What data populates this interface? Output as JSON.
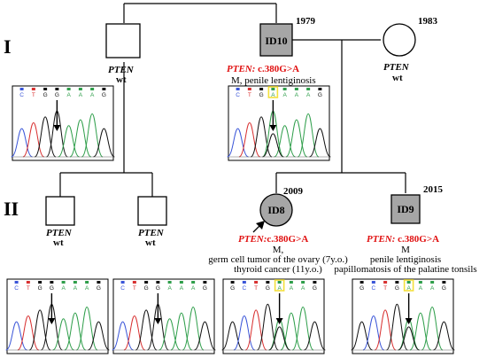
{
  "generations": {
    "gen1": "I",
    "gen2": "II"
  },
  "colors": {
    "mutation_text": "#e01010",
    "affected_fill": "#a6a6a6",
    "trace_a": "#2e9e4a",
    "trace_c": "#3a55d8",
    "trace_g": "#111111",
    "trace_t": "#d83030",
    "highlight": "#f3e03c"
  },
  "individuals": {
    "father": {
      "gene": "PTEN",
      "status": "wt"
    },
    "id10": {
      "id": "ID10",
      "year": "1979",
      "variant_gene": "PTEN:",
      "variant": " c.380G>A",
      "pheno": [
        "M, penile lentiginosis"
      ]
    },
    "mother": {
      "year": "1983",
      "gene": "PTEN",
      "status": "wt"
    },
    "sib1": {
      "gene": "PTEN",
      "status": "wt"
    },
    "sib2": {
      "gene": "PTEN",
      "status": "wt"
    },
    "id8": {
      "id": "ID8",
      "year": "2009",
      "variant_gene": "PTEN:",
      "variant": "c.380G>A",
      "pheno": [
        "M,",
        "germ cell tumor of the ovary (7y.o.)",
        "thyroid cancer (11y.o.)"
      ]
    },
    "id9": {
      "id": "ID9",
      "year": "2015",
      "variant_gene": "PTEN:",
      "variant": " c.380G>A",
      "pheno": [
        "M",
        "penile lentiginosis",
        "papillomatosis  of the palatine tonsils"
      ]
    }
  },
  "chromatogram_bases": [
    "C",
    "T",
    "G",
    "G",
    "A",
    "A",
    "A",
    "G"
  ],
  "chromatograms": {
    "gen1_father": {
      "bases": [
        "C",
        "T",
        "G",
        "G",
        "A",
        "A",
        "A",
        "G"
      ]
    },
    "gen1_id10": {
      "bases": [
        "C",
        "T",
        "G",
        "A",
        "A",
        "A",
        "A",
        "G"
      ],
      "mutant_base": "A"
    },
    "gen2_sib1": {
      "bases": [
        "C",
        "T",
        "G",
        "G",
        "A",
        "A",
        "A",
        "G"
      ]
    },
    "gen2_sib2": {
      "bases": [
        "C",
        "T",
        "G",
        "G",
        "A",
        "A",
        "A",
        "G"
      ]
    },
    "gen2_id8": {
      "bases": [
        "G",
        "C",
        "T",
        "G",
        "A",
        "A",
        "A",
        "G"
      ],
      "mutant_base": "A"
    },
    "gen2_id9": {
      "bases": [
        "G",
        "C",
        "T",
        "G",
        "A",
        "A",
        "A",
        "G"
      ],
      "mutant_base": "A"
    }
  }
}
